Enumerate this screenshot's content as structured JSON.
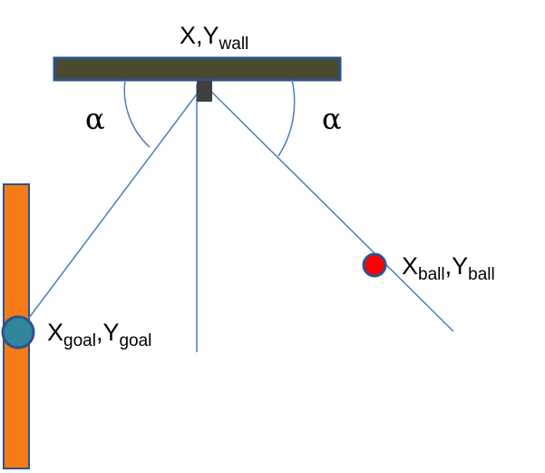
{
  "colors": {
    "wall_fill": "#4a4a2e",
    "wall_border": "#2f528f",
    "goal_bar_fill": "#f47b16",
    "goal_bar_border": "#2f528f",
    "goal_fill": "#31859c",
    "goal_border": "#2f528f",
    "ball_fill": "#ff0000",
    "ball_border": "#2f528f",
    "ray_color": "#4a7ebb",
    "mount_fill": "#404040"
  },
  "labels": {
    "wall_main": "X,Y",
    "wall_sub": "wall",
    "ball_x": "X",
    "ball_x_sub": "ball",
    "ball_comma": ",",
    "ball_y": "Y",
    "ball_y_sub": "ball",
    "goal_x": "X",
    "goal_x_sub": "goal",
    "goal_comma": ",",
    "goal_y": "Y",
    "goal_y_sub": "goal",
    "angle_left": "α",
    "angle_right": "α"
  }
}
